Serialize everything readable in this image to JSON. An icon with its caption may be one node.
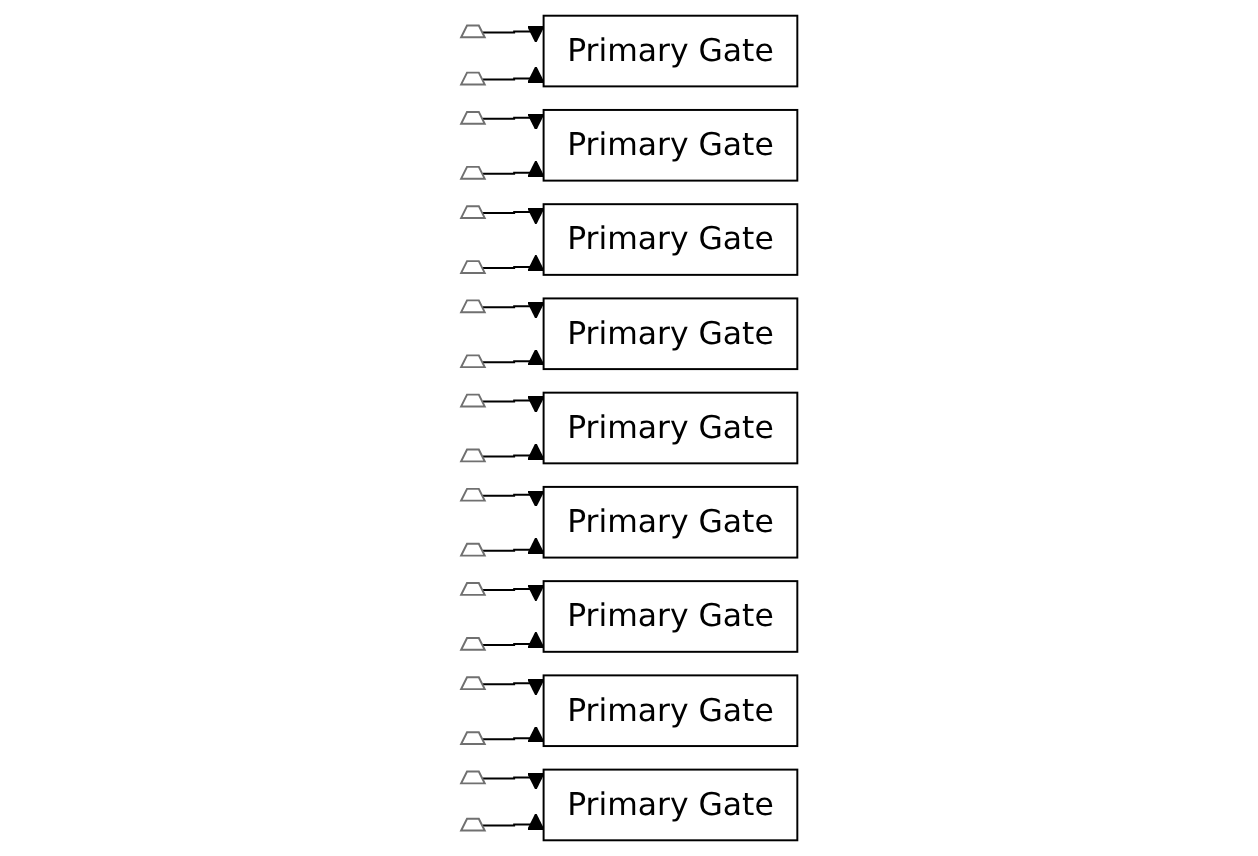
{
  "diagram": {
    "nodes": [
      {
        "text": [],
        "shape": "trapezoid"
      },
      {
        "text": [],
        "shape": "trapezoid"
      },
      {
        "text": [
          "Primary Gate"
        ]
      },
      {
        "text": [],
        "shape": "trapezoid"
      },
      {
        "text": [],
        "shape": "trapezoid"
      },
      {
        "text": [
          "Primary Gate"
        ]
      },
      {
        "text": [],
        "shape": "trapezoid"
      },
      {
        "text": [],
        "shape": "trapezoid"
      },
      {
        "text": [
          "Primary Gate"
        ]
      },
      {
        "text": [],
        "shape": "trapezoid"
      },
      {
        "text": [],
        "shape": "trapezoid"
      },
      {
        "text": [
          "Primary Gate"
        ]
      },
      {
        "text": [],
        "shape": "trapezoid"
      },
      {
        "text": [],
        "shape": "trapezoid"
      },
      {
        "text": [
          "Primary Gate"
        ]
      },
      {
        "text": [],
        "shape": "trapezoid"
      },
      {
        "text": [],
        "shape": "trapezoid"
      },
      {
        "text": [
          "Primary Gate"
        ]
      },
      {
        "text": [],
        "shape": "trapezoid"
      },
      {
        "text": [],
        "shape": "trapezoid"
      },
      {
        "text": [
          "Primary Gate"
        ]
      },
      {
        "text": [],
        "shape": "trapezoid"
      },
      {
        "text": [],
        "shape": "trapezoid"
      },
      {
        "text": [
          "Primary Gate"
        ]
      },
      {
        "text": [],
        "shape": "trapezoid"
      },
      {
        "text": [],
        "shape": "trapezoid"
      },
      {
        "text": [
          "Primary Gate"
        ]
      }
    ],
    "edges": [
      {
        "from": 0,
        "to": 2,
        "arrow": "to"
      },
      {
        "from": 1,
        "to": 2,
        "arrow": "to"
      },
      {
        "from": 3,
        "to": 5,
        "arrow": "to"
      },
      {
        "from": 4,
        "to": 5,
        "arrow": "to"
      },
      {
        "from": 6,
        "to": 8,
        "arrow": "to"
      },
      {
        "from": 7,
        "to": 8,
        "arrow": "to"
      },
      {
        "from": 9,
        "to": 11,
        "arrow": "to"
      },
      {
        "from": 10,
        "to": 11,
        "arrow": "to"
      },
      {
        "from": 12,
        "to": 14,
        "arrow": "to"
      },
      {
        "from": 13,
        "to": 14,
        "arrow": "to"
      },
      {
        "from": 15,
        "to": 17,
        "arrow": "to"
      },
      {
        "from": 16,
        "to": 17,
        "arrow": "to"
      },
      {
        "from": 18,
        "to": 20,
        "arrow": "to"
      },
      {
        "from": 19,
        "to": 20,
        "arrow": "to"
      },
      {
        "from": 21,
        "to": 23,
        "arrow": "to"
      },
      {
        "from": 22,
        "to": 23,
        "arrow": "to"
      },
      {
        "from": 24,
        "to": 26,
        "arrow": "to"
      },
      {
        "from": 25,
        "to": 26,
        "arrow": "to"
      }
    ]
  }
}
